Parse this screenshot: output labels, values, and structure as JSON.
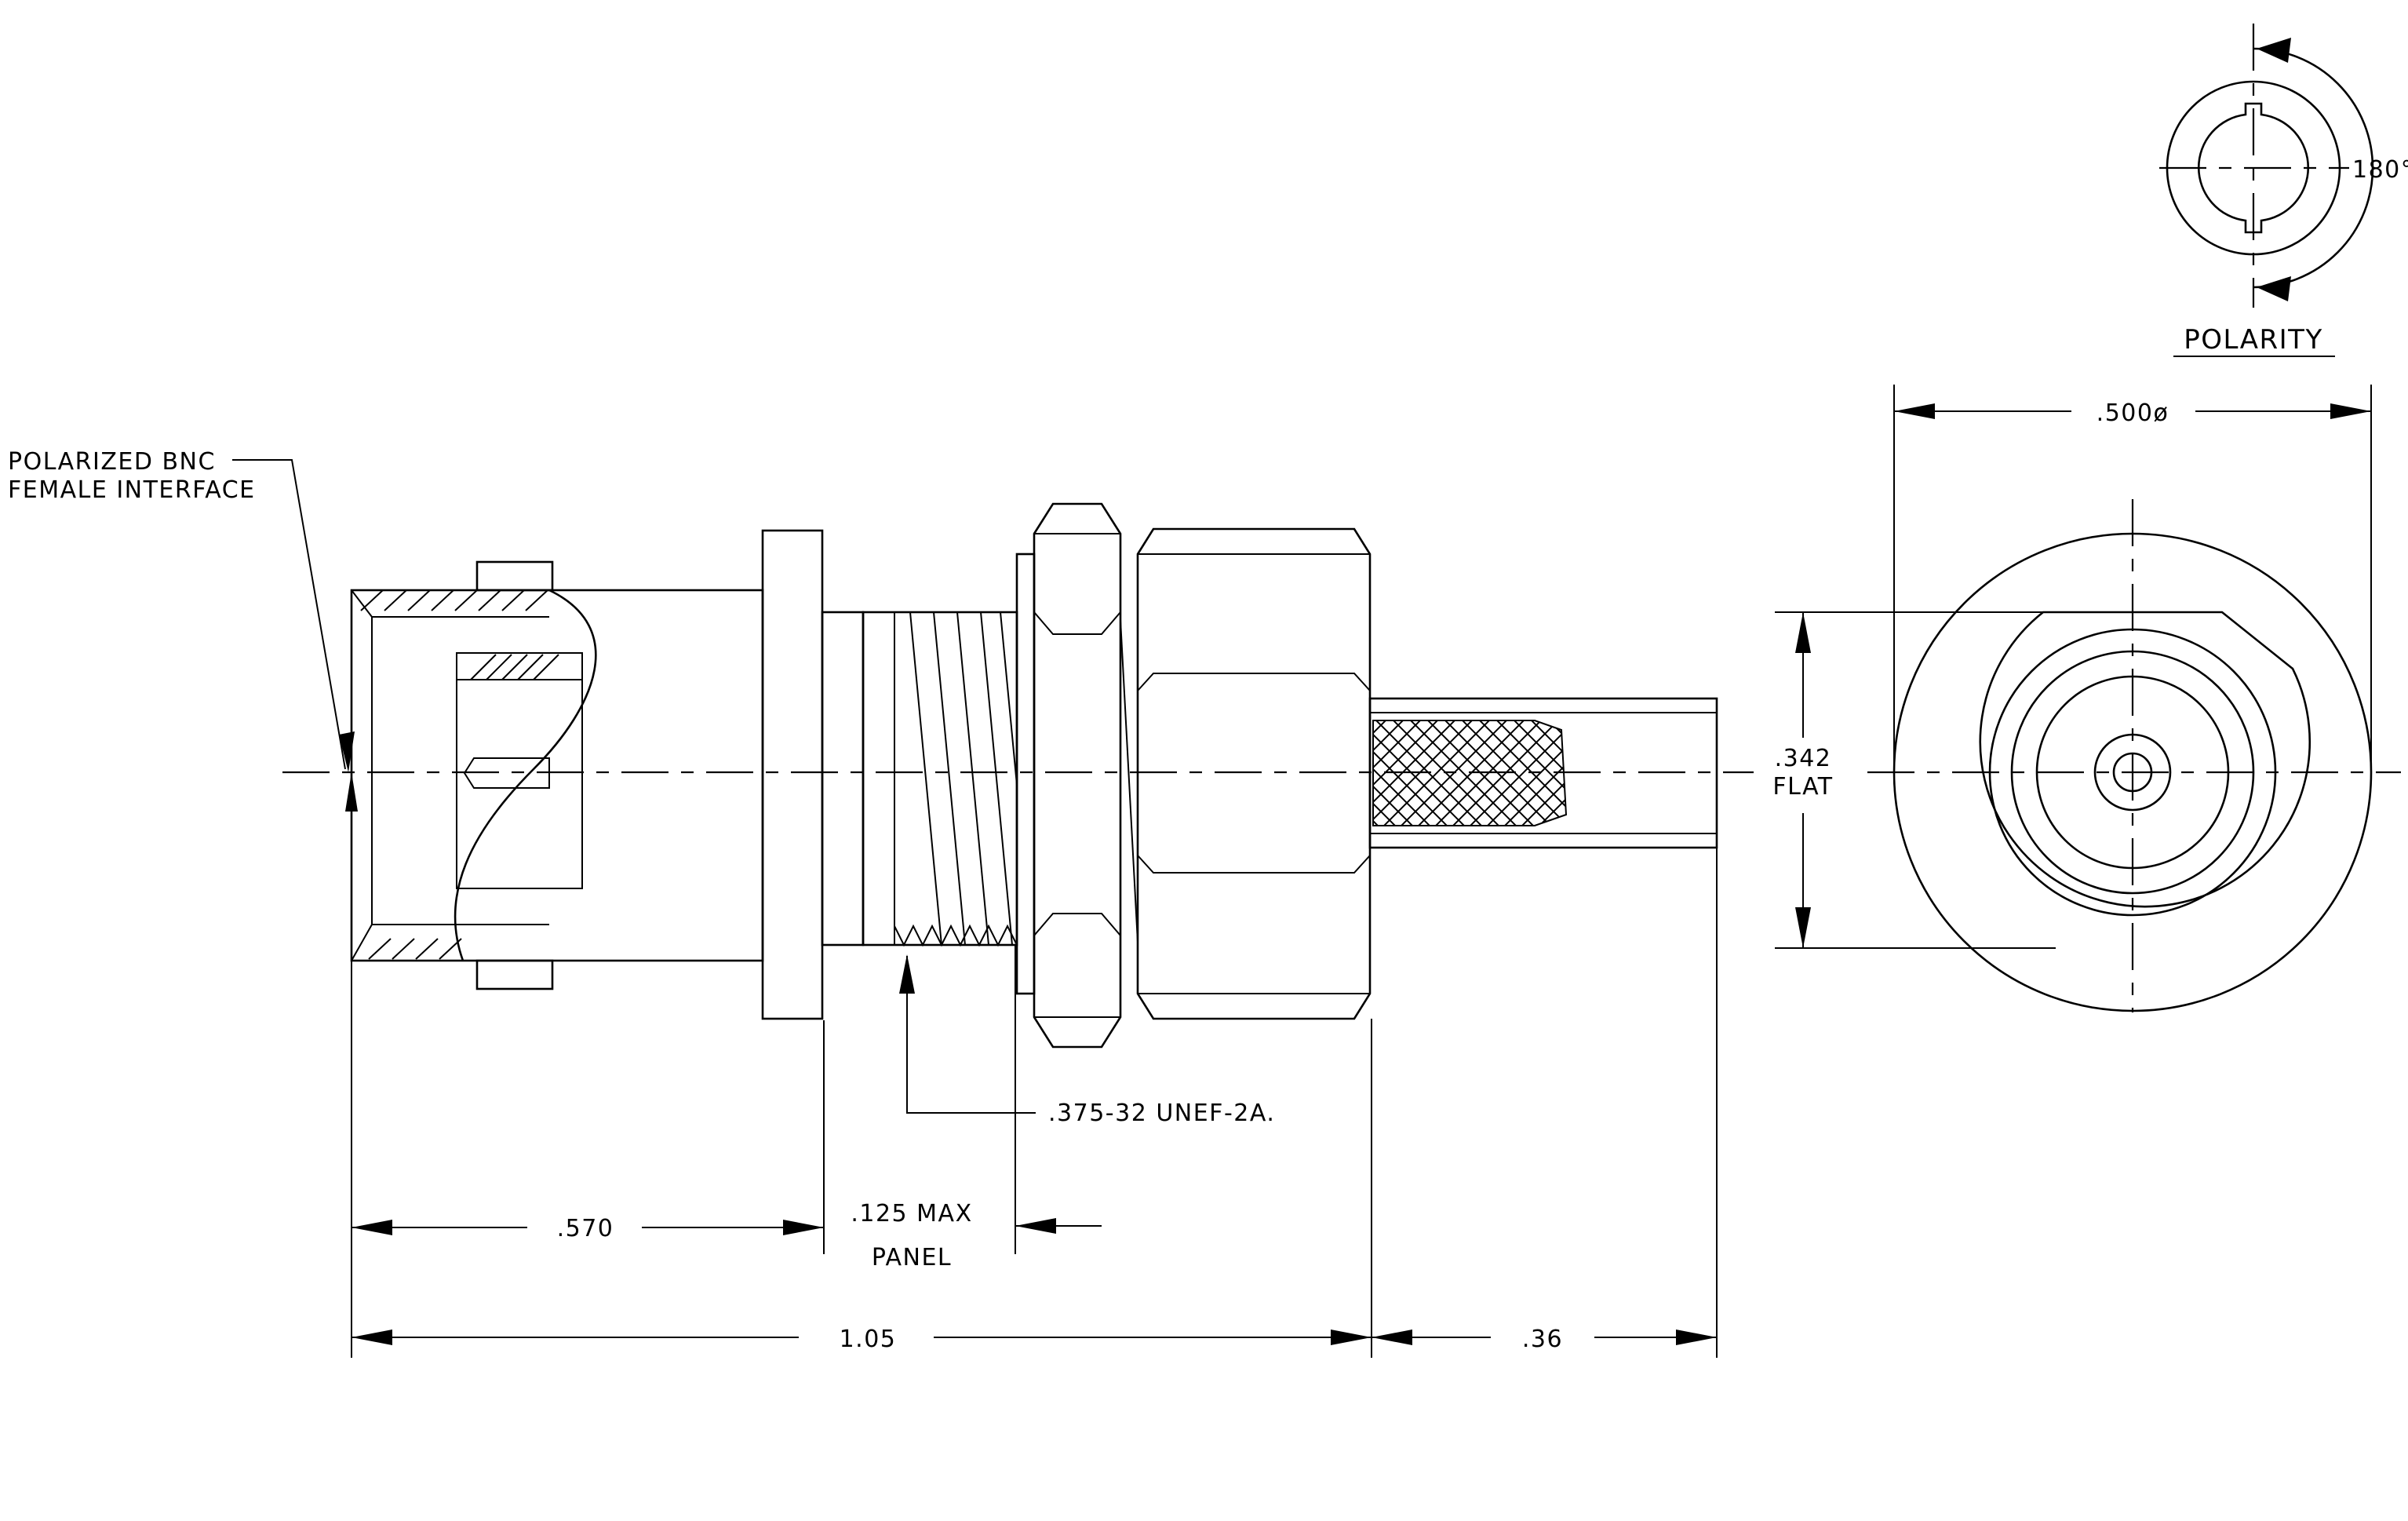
{
  "labels": {
    "interface_line1": "POLARIZED BNC",
    "interface_line2": "FEMALE INTERFACE",
    "thread_spec": ".375-32 UNEF-2A.",
    "panel_line1": ".125 MAX",
    "panel_line2": "PANEL",
    "polarity_title": "POLARITY",
    "rotation": "180°",
    "flat_line1": ".342",
    "flat_line2": "FLAT"
  },
  "dimensions": {
    "front_length": ".570",
    "overall_length": "1.05",
    "tail_length": ".36",
    "diameter": ".500ø"
  },
  "colors": {
    "ink": "#000000",
    "paper": "#ffffff"
  }
}
